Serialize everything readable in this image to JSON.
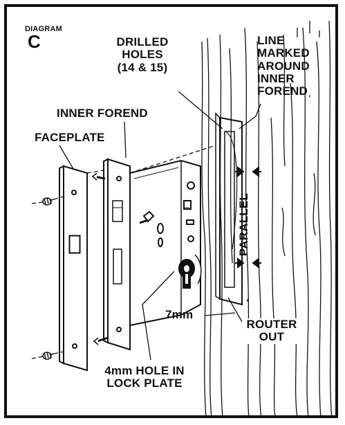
{
  "diagram": {
    "heading_small": "DIAGRAM",
    "heading_letter": "C",
    "labels": {
      "drilled_holes_1": "DRILLED",
      "drilled_holes_2": "HOLES",
      "drilled_holes_3": "(14 & 15)",
      "line_marked_1": "LINE",
      "line_marked_2": "MARKED",
      "line_marked_3": "AROUND",
      "line_marked_4": "INNER",
      "line_marked_5": "FORENDˌ",
      "inner_forend": "INNER FOREND",
      "faceplate": "FACEPLATE",
      "parallel": "PARALLEL",
      "seven_mm": "7mm",
      "router_1": "ROUTER",
      "router_2": "OUT",
      "hole_1": "4mm HOLE IN",
      "hole_2": "LOCK PLATE"
    },
    "colors": {
      "ink": "#111111",
      "paper": "#ffffff"
    }
  }
}
